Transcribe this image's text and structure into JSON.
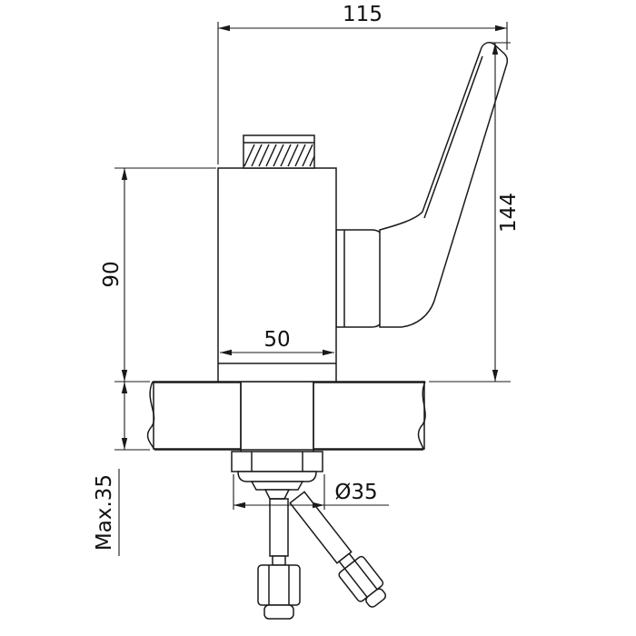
{
  "drawing": {
    "dimensions": {
      "overall_width": "115",
      "overall_height": "144",
      "body_height": "90",
      "body_width": "50",
      "hole_diameter": "Ø35",
      "max_mounting_thickness": "Max.35"
    },
    "colors": {
      "line": "#1a1a1a",
      "background": "#ffffff"
    }
  }
}
